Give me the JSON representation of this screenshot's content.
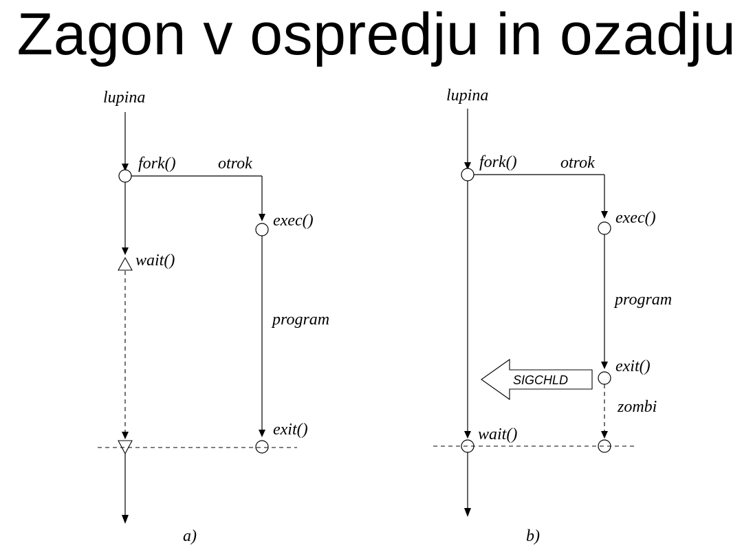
{
  "title": "Zagon v ospredju in ozadju",
  "diagram_a": {
    "shell": "lupina",
    "fork": "fork()",
    "child": "otrok",
    "exec": "exec()",
    "wait": "wait()",
    "program": "program",
    "exit": "exit()",
    "caption": "a)"
  },
  "diagram_b": {
    "shell": "lupina",
    "fork": "fork()",
    "child": "otrok",
    "exec": "exec()",
    "program": "program",
    "exit": "exit()",
    "signal": "SIGCHLD",
    "zombie": "zombi",
    "wait": "wait()",
    "caption": "b)"
  }
}
